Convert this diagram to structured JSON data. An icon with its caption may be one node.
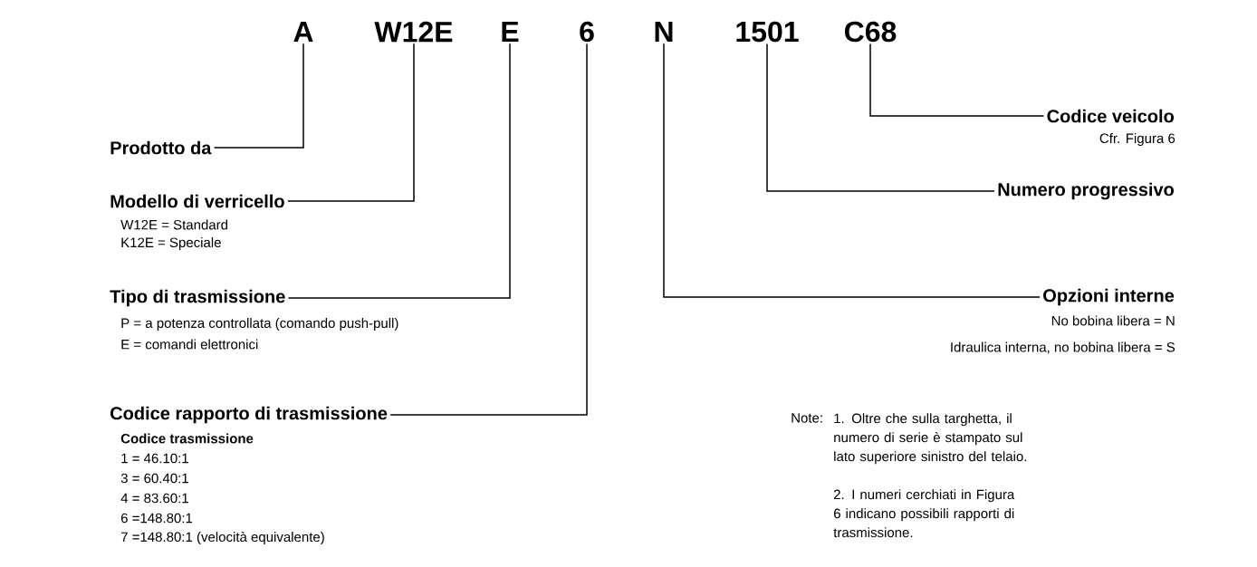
{
  "diagram": {
    "nodes": [
      {
        "text": [
          "A"
        ]
      },
      {
        "text": [
          "W12E"
        ]
      },
      {
        "text": [
          "E"
        ]
      },
      {
        "text": [
          "6"
        ]
      },
      {
        "text": [
          "N"
        ]
      },
      {
        "text": [
          "1501"
        ]
      },
      {
        "text": [
          "C68"
        ]
      },
      {
        "text": [
          "Prodotto da"
        ]
      },
      {
        "text": [
          "Codice veicolo"
        ],
        "beside": [
          "Cfr. Figura 6"
        ]
      },
      {
        "text": [
          "Numero progressivo"
        ]
      },
      {
        "text": [
          "Modello di verricello"
        ],
        "beside": [
          "W12E = Standard",
          "K12E = Speciale"
        ]
      },
      {
        "text": [
          "Tipo di trasmissione"
        ],
        "beside": [
          "P = a potenza controllata (comando push-pull)",
          "E = comandi elettronici"
        ]
      },
      {
        "text": [
          "Opzioni interne"
        ],
        "beside": [
          "No bobina libera = N",
          "Idraulica interna, no bobina libera = S"
        ]
      },
      {
        "text": [
          "Codice rapporto di trasmissione"
        ],
        "beside": [
          "Codice trasmissione",
          "1 = 46.10:1",
          "3 = 60.40:1",
          "4 = 83.60:1",
          "6 =148.80:1",
          "7 =148.80:1 (velocità equivalente)"
        ]
      }
    ],
    "edges": [
      {
        "from": 7,
        "to": 0,
        "arrow": "none"
      },
      {
        "from": 8,
        "to": 6,
        "arrow": "none"
      },
      {
        "from": 9,
        "to": 5,
        "arrow": "none"
      },
      {
        "from": 10,
        "to": 1,
        "arrow": "none"
      },
      {
        "from": 11,
        "to": 2,
        "arrow": "none"
      },
      {
        "from": 12,
        "to": 4,
        "arrow": "none"
      },
      {
        "from": 13,
        "to": 3,
        "arrow": "none"
      }
    ],
    "labels": [
      "Note:",
      "1. Oltre che sulla targhetta, il numero di serie è stampato sul lato superiore sinistro del telaio.",
      "2. I numeri cerchiati in Figura 6 indicano possibili rapporti di trasmissione."
    ]
  }
}
